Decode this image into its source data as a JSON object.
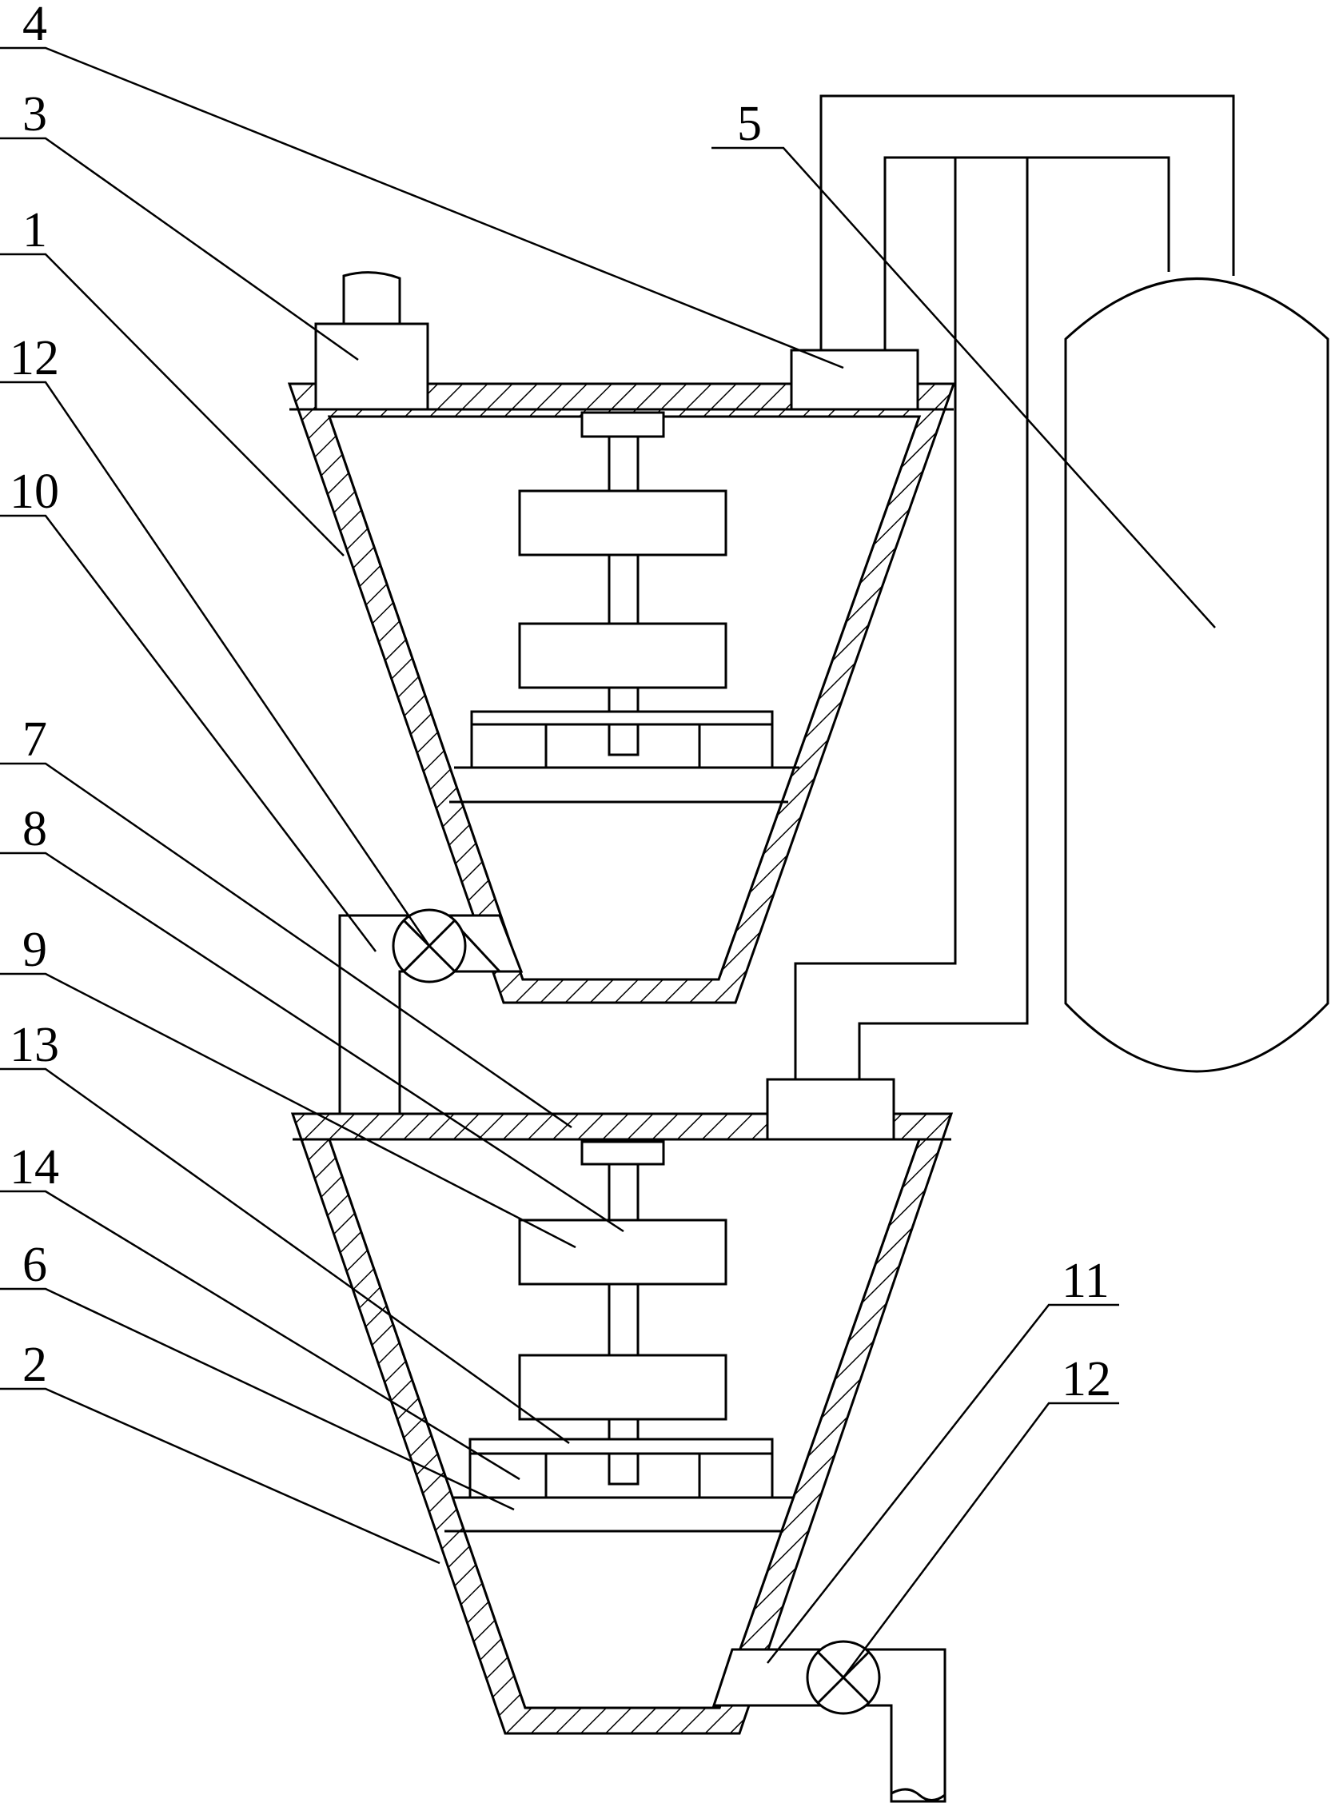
{
  "figure": {
    "labels": {
      "n4": "4",
      "n3": "3",
      "n1": "1",
      "n12a": "12",
      "n10": "10",
      "n7": "7",
      "n8": "8",
      "n9": "9",
      "n13": "13",
      "n14": "14",
      "n6": "6",
      "n2": "2",
      "n5": "5",
      "n11": "11",
      "n12b": "12"
    }
  }
}
